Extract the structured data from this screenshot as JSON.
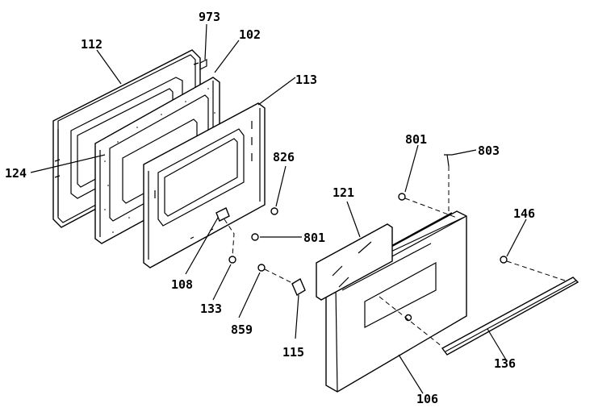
{
  "diagram": {
    "parts": [
      {
        "id": "p112",
        "label": "112"
      },
      {
        "id": "p973",
        "label": "973"
      },
      {
        "id": "p102",
        "label": "102"
      },
      {
        "id": "p113",
        "label": "113"
      },
      {
        "id": "p124",
        "label": "124"
      },
      {
        "id": "p826",
        "label": "826"
      },
      {
        "id": "p801a",
        "label": "801"
      },
      {
        "id": "p803",
        "label": "803"
      },
      {
        "id": "p121",
        "label": "121"
      },
      {
        "id": "p146",
        "label": "146"
      },
      {
        "id": "p801b",
        "label": "801"
      },
      {
        "id": "p108",
        "label": "108"
      },
      {
        "id": "p133",
        "label": "133"
      },
      {
        "id": "p859",
        "label": "859"
      },
      {
        "id": "p115",
        "label": "115"
      },
      {
        "id": "p136",
        "label": "136"
      },
      {
        "id": "p106",
        "label": "106"
      }
    ]
  }
}
